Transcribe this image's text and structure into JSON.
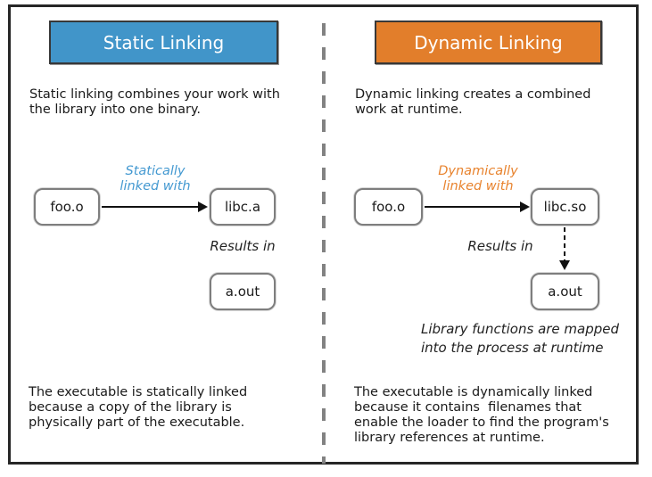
{
  "colors": {
    "static_header_bg": "#4195C9",
    "dynamic_header_bg": "#E27E2B",
    "static_label": "#4499D1",
    "dynamic_label": "#E8832E",
    "divider_gray": "#828282"
  },
  "left_panel": {
    "title": "Static Linking",
    "intro_lines": [
      "Static linking combines your work with",
      "the library into one binary."
    ],
    "nodes": {
      "source": "foo.o",
      "library": "libc.a",
      "output": "a.out"
    },
    "arrow_label_lines": [
      "Statically",
      "linked with"
    ],
    "results_label": "Results in",
    "footer_lines": [
      "The executable is statically linked",
      "because a copy of the library is",
      "physically part of the executable."
    ]
  },
  "right_panel": {
    "title": "Dynamic Linking",
    "intro_lines": [
      "Dynamic linking creates a combined",
      "work at runtime."
    ],
    "nodes": {
      "source": "foo.o",
      "library": "libc.so",
      "output": "a.out"
    },
    "arrow_label_lines": [
      "Dynamically",
      "linked with"
    ],
    "results_label": "Results in",
    "caption_lines": [
      "Library functions are mapped",
      "into the process at runtime"
    ],
    "footer_lines": [
      "The executable is dynamically linked",
      "because it contains  filenames that",
      "enable the loader to find the program's",
      "library references at runtime."
    ]
  }
}
